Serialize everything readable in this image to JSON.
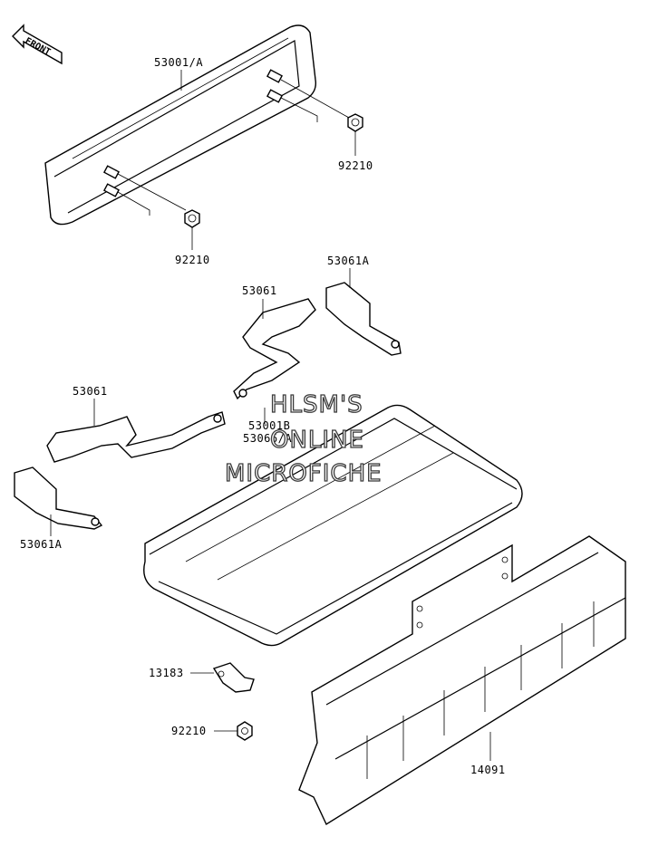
{
  "front_arrow": {
    "text": "FRONT"
  },
  "labels": {
    "p53001A": "53001/A",
    "p92210_top": "92210",
    "p92210_mid": "92210",
    "p53061A_top": "53061A",
    "p53061_upper": "53061",
    "p53061_left": "53061",
    "p53001B": "53001B",
    "p53066A": "53066/A",
    "p53061A_bottom": "53061A",
    "p13183": "13183",
    "p92210_bottom": "92210",
    "p14091": "14091"
  },
  "watermark": {
    "line1": "HLSM'S",
    "line2": "ONLINE",
    "line3": "MICROFICHE"
  }
}
